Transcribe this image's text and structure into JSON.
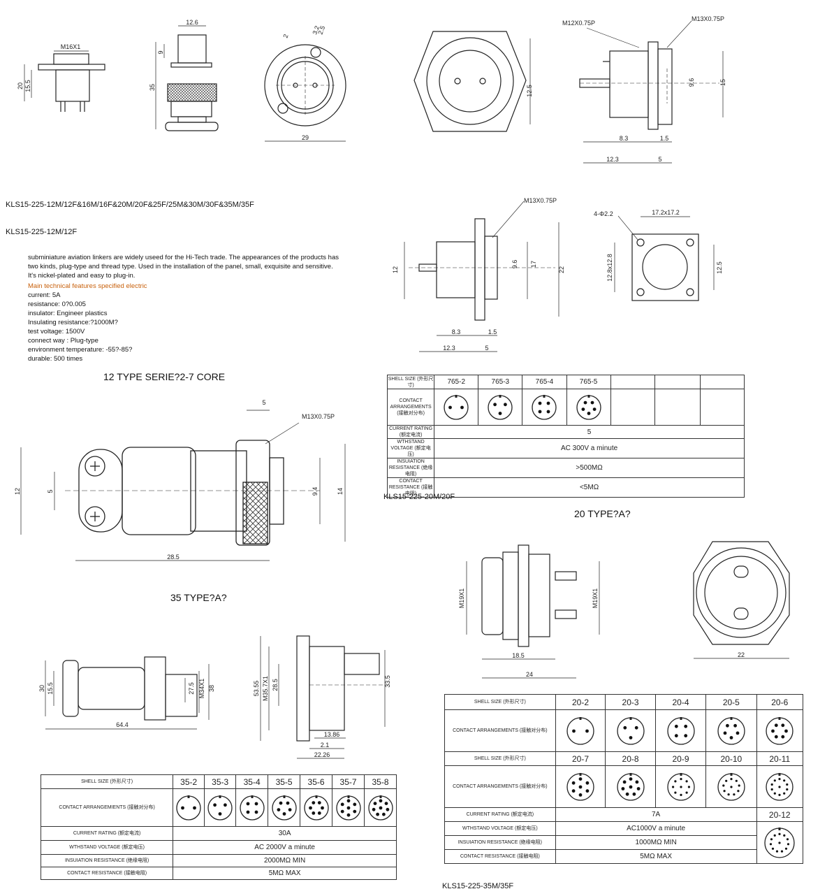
{
  "captions": {
    "main_title": "KLS15-225-12M/12F&16M/16F&20M/20F&25F/25M&30M/30F&35M/35F",
    "sub_title": "KLS15-225-12M/12F",
    "type12": "12 TYPE SERIE?2-7 CORE",
    "type20": "20 TYPE?A?",
    "type35": "35 TYPE?A?",
    "sub20": "KLS15-225-20M/20F",
    "sub35": "KLS15-225-35M/35F"
  },
  "description": {
    "intro": "subminiature aviation linkers are widely useed for the Hi-Tech trade. The appearances of the products has two kinds, plug-type and thread type. Used in the installation of the panel, small, exquisite and sensitive. It's nickel-plated and easy to plug-in.",
    "heading": "Main technical features specified electric",
    "specs": [
      "current: 5A",
      "resistance: 0?0.005",
      "insulator: Engineer plastics",
      "Insulating resistance:?1000M?",
      "test voltage: 1500V",
      "connect way : Plug-type",
      "environment temperature: -55?-85?",
      "durable: 500 times"
    ]
  },
  "dims": {
    "m16": "M16X1",
    "d12_6": "12.6",
    "d9": "9",
    "d35": "35",
    "d20": "20",
    "d15_5": "15.5",
    "d29": "29",
    "d2_5": "2.5",
    "d3_2": "3.2",
    "phi2": "2",
    "d12_5": "12.5",
    "m12": "M12X0.75P",
    "m13": "M13X0.75P",
    "d9_6": "9.6",
    "d15": "15",
    "d8_3": "8.3",
    "d1_5": "1.5",
    "d12_3": "12.3",
    "d5": "5",
    "m13b": "M13X0.75P",
    "d12": "12",
    "d17": "17",
    "d22": "22",
    "hole": "4-Φ2.2",
    "sq": "17.2x17.2",
    "sq2": "12.8x12.8",
    "plug_5": "5",
    "plug_m13": "M13X0.75P",
    "plug_12": "12",
    "plug_phi5": "5",
    "plug_9_4": "9.4",
    "plug_14": "14",
    "plug_28_5": "28.5",
    "m19": "M19X1",
    "d18_5": "18.5",
    "d24": "24",
    "d22b": "22",
    "d30": "30",
    "d15_5b": "15.5",
    "d27_5": "27.5",
    "m34": "M34X1",
    "d38": "38",
    "d64_4": "64.4",
    "d53_55": "53.55",
    "m35": "M35.7X1",
    "d28_5": "28.5",
    "d33_5": "33.5",
    "d13_86": "13.86",
    "d2_1": "2.1",
    "d22_26": "22.26"
  },
  "table12": {
    "shell_label": "SHELL SIZE (外形尺寸)",
    "sizes": [
      "765-2",
      "765-3",
      "765-4",
      "765-5"
    ],
    "pins": [
      2,
      3,
      4,
      5
    ],
    "contact_label": "CONTACT ARRANGEMENTS (接触对分布)",
    "current_label": "CURRENT RATING (额定电流)",
    "current": "5",
    "voltage_label": "WTHSTAND VOLTAGE (额定电压)",
    "voltage": "AC 300V a minute",
    "insulation_label": "INSUIATION RESISTANCE (绝缘电阻)",
    "insulation": ">500MΩ",
    "contact_res_label": "CONTACT RESISTANCE (接触电阻)",
    "contact_res": "<5MΩ"
  },
  "table35": {
    "shell_label": "SHELL SIZE (外形尺寸)",
    "sizes": [
      "35-2",
      "35-3",
      "35-4",
      "35-5",
      "35-6",
      "35-7",
      "35-8"
    ],
    "pins": [
      2,
      3,
      4,
      5,
      6,
      7,
      8
    ],
    "contact_label": "CONTACT ARRANGEMIENTS (接触对分布)",
    "current_label": "CURRENT RATING (额定电流)",
    "current": "30A",
    "voltage_label": "WTHSTAND VOLTAGE (额定电压)",
    "voltage": "AC 2000V a minute",
    "insulation_label": "INSUIATION RESISTANCE (绝缘电阻)",
    "insulation": "2000MΩ MIN",
    "contact_res_label": "CONTACT RESISTANCE (接触电阻)",
    "contact_res": "5MΩ MAX"
  },
  "table20": {
    "shell_label": "SHELL SIZE (外形尺寸)",
    "sizes_row1": [
      "20-2",
      "20-3",
      "20-4",
      "20-5",
      "20-6"
    ],
    "pins_row1": [
      2,
      3,
      4,
      5,
      6
    ],
    "sizes_row2": [
      "20-7",
      "20-8",
      "20-9",
      "20-10",
      "20-11"
    ],
    "pins_row2": [
      7,
      8,
      9,
      10,
      11
    ],
    "extra_size": "20-12",
    "extra_pins": 12,
    "contact_label": "CONTACT ARRANGEMENTS (接触对分布)",
    "current_label": "CURRENT RATING (额定电流)",
    "current": "7A",
    "voltage_label": "WTHSTAND VOLTAGE (额定电压)",
    "voltage": "AC1000V a minute",
    "insulation_label": "INSUIATION RESISTANCE (绝缘电阻)",
    "insulation": "1000MΩ MIN",
    "contact_res_label": "CONTACT RESISTANCE (接触电阻)",
    "contact_res": "5MΩ MAX"
  }
}
